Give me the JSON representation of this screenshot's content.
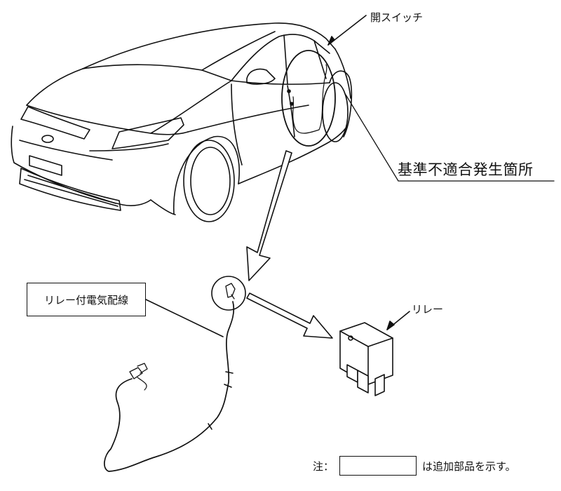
{
  "labels": {
    "open_switch": "開スイッチ",
    "nonconformity_location": "基準不適合発生箇所",
    "relay_wiring": "リレー付電気配線",
    "relay": "リレー"
  },
  "note": {
    "prefix": "注：",
    "suffix": "は追加部品を示す。"
  }
}
